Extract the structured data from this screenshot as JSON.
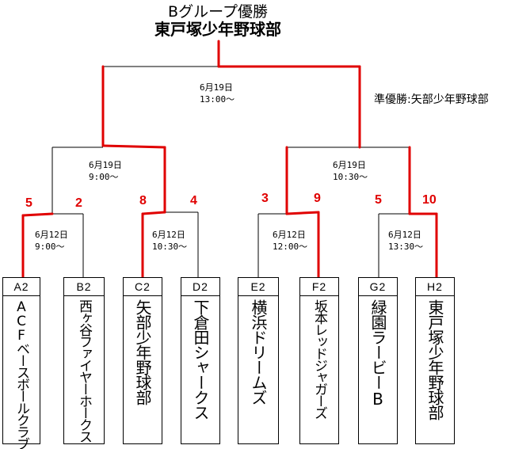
{
  "title": {
    "line1": "Bグループ優勝",
    "line2": "東戸塚少年野球部"
  },
  "runner_up": "準優勝:矢部少年野球部",
  "colors": {
    "winner_line": "#e00000",
    "line": "#000000",
    "score": "#e00000"
  },
  "matches": {
    "final": {
      "date": "6月19日",
      "time": "13:00〜"
    },
    "semi_left": {
      "date": "6月19日",
      "time": "9:00〜"
    },
    "semi_right": {
      "date": "6月19日",
      "time": "10:30〜"
    },
    "r1_1": {
      "date": "6月12日",
      "time": "9:00〜"
    },
    "r1_2": {
      "date": "6月12日",
      "time": "10:30〜"
    },
    "r1_3": {
      "date": "6月12日",
      "time": "12:00〜"
    },
    "r1_4": {
      "date": "6月12日",
      "time": "13:30〜"
    }
  },
  "scores": {
    "a2": "5",
    "b2": "2",
    "c2": "8",
    "d2": "4",
    "e2": "3",
    "f2": "9",
    "g2": "5",
    "h2": "10"
  },
  "teams": [
    {
      "code": "A2",
      "name": "ACFベースボールクラブ"
    },
    {
      "code": "B2",
      "name": "西ヶ谷ファイヤーホークス"
    },
    {
      "code": "C2",
      "name": "矢部少年野球部"
    },
    {
      "code": "D2",
      "name": "下倉田シャークス"
    },
    {
      "code": "E2",
      "name": "横浜ドリームズ"
    },
    {
      "code": "F2",
      "name": "坂本レッドジャガーズ"
    },
    {
      "code": "G2",
      "name": "緑園ラービーB"
    },
    {
      "code": "H2",
      "name": "東戸塚少年野球部"
    }
  ]
}
